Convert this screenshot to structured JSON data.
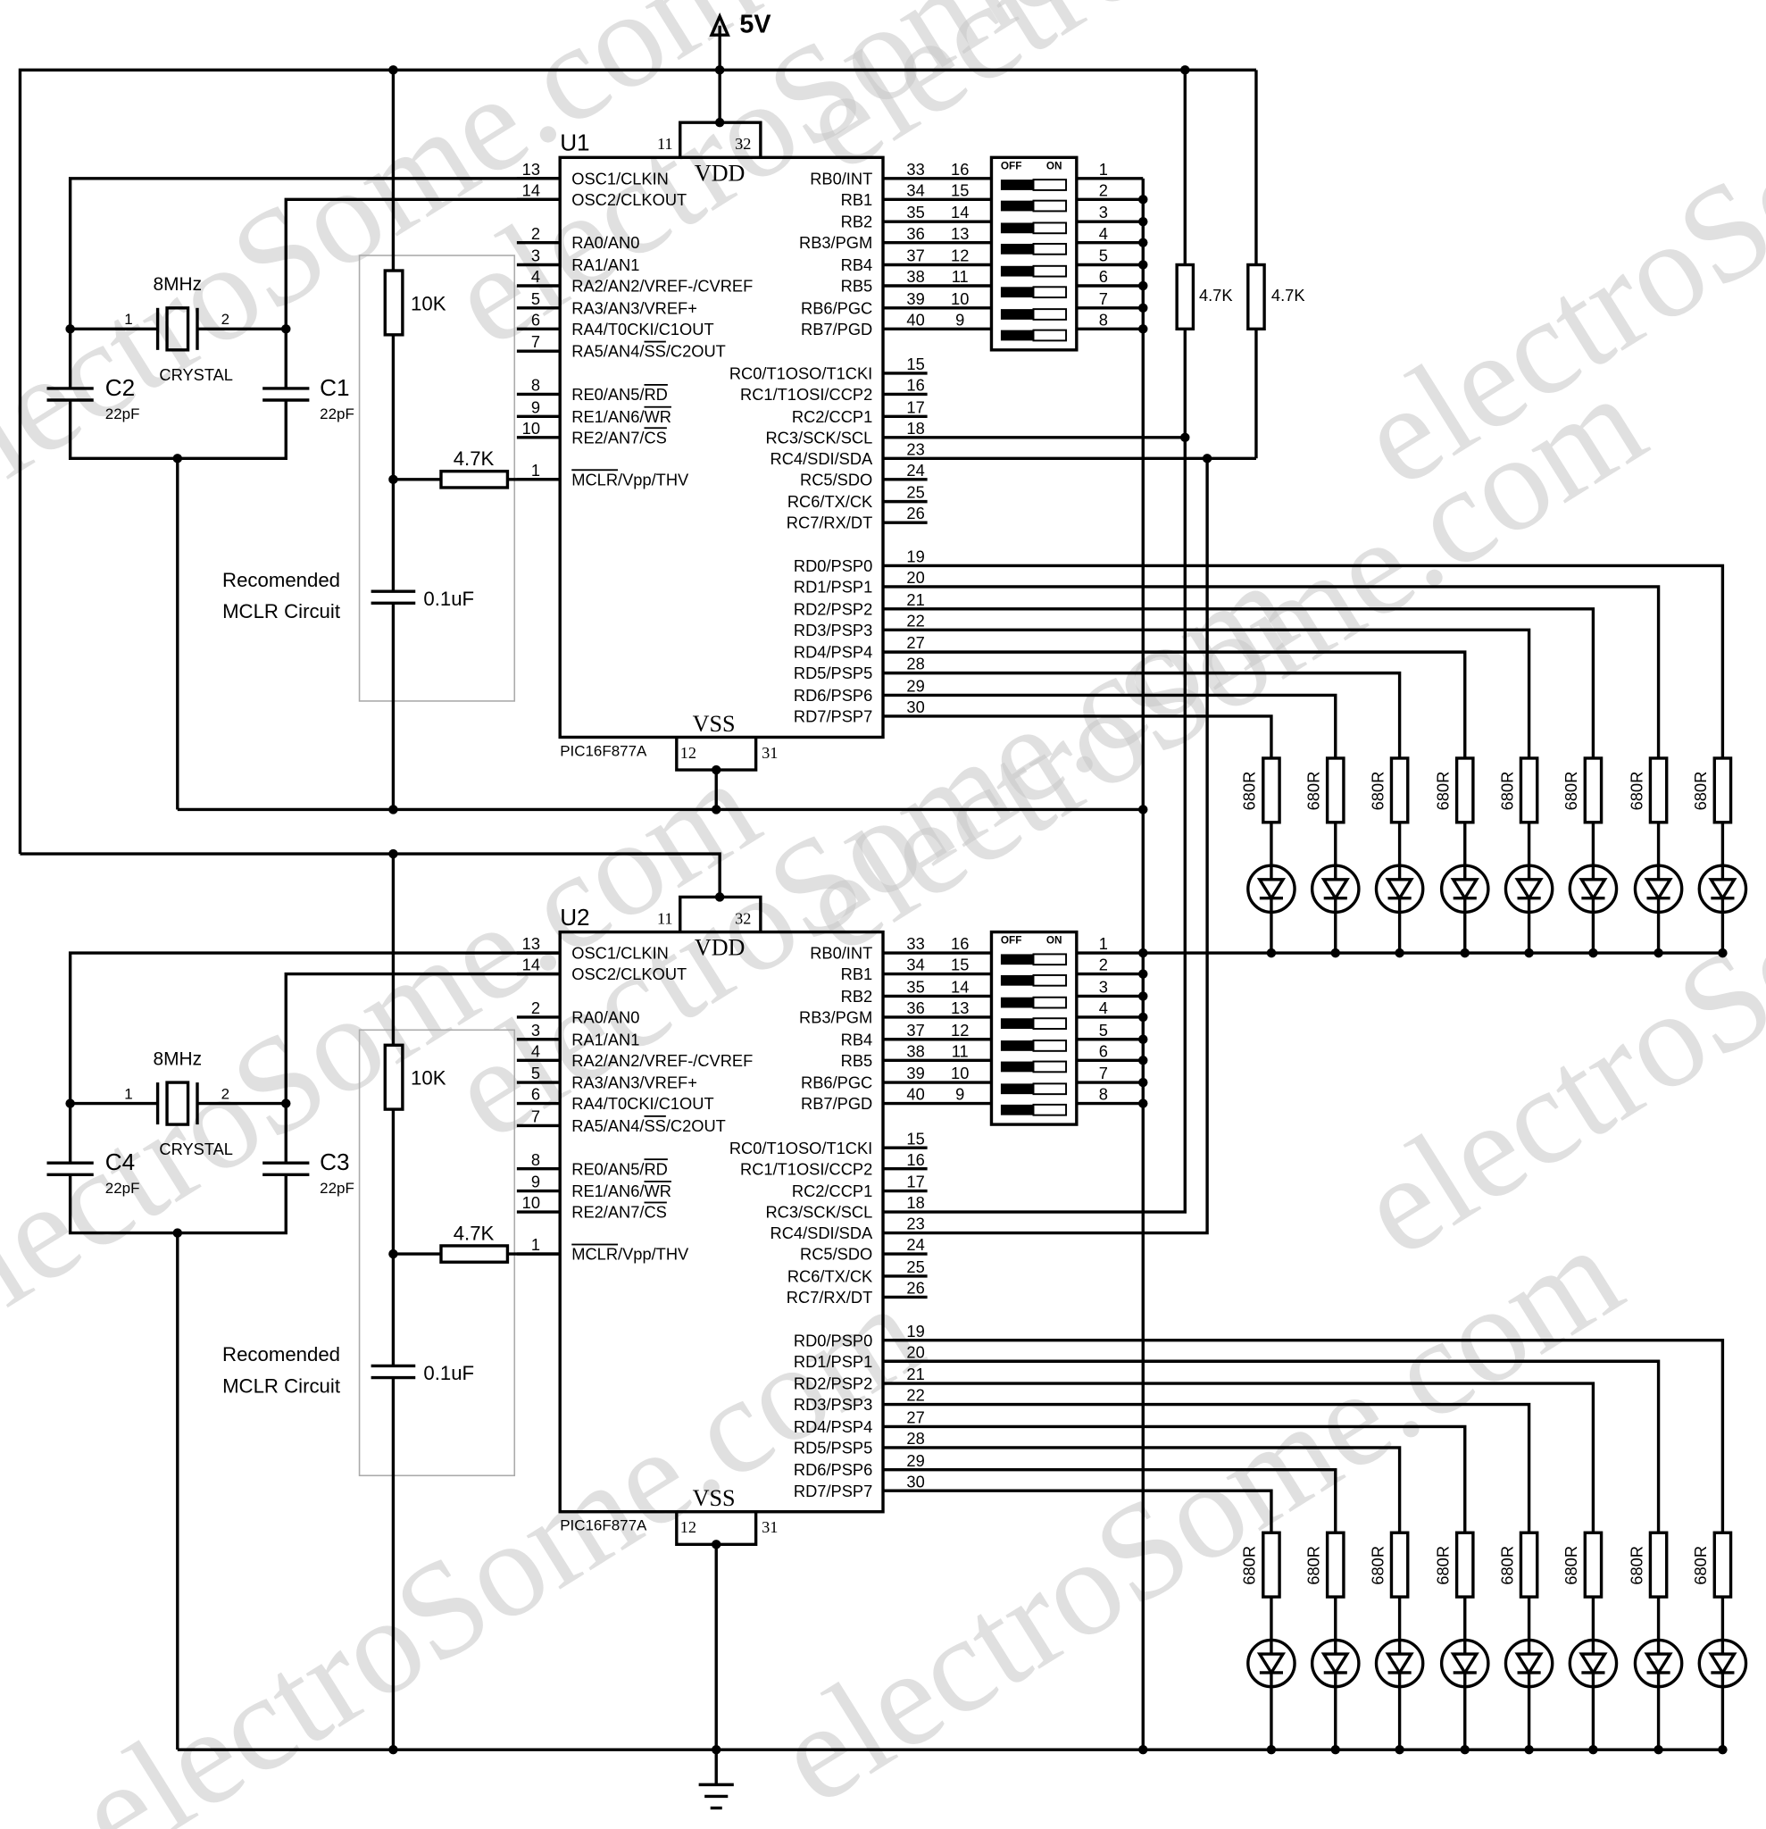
{
  "supply_label": "5V",
  "supply_color": "#2b3fa8",
  "watermark": "electroSome.com",
  "i2c_pullups": [
    "4.7K",
    "4.7K"
  ],
  "chips": [
    {
      "ref": "U1",
      "part": "PIC16F877A",
      "vdd": "VDD",
      "vss": "VSS",
      "vdd_pins": [
        "11",
        "32"
      ],
      "vss_pins": [
        "12",
        "31"
      ],
      "crystal": {
        "freq": "8MHz",
        "label": "CRYSTAL",
        "pin1": "1",
        "pin2": "2"
      },
      "caps": [
        {
          "ref": "C2",
          "value": "22pF"
        },
        {
          "ref": "C1",
          "value": "22pF"
        }
      ],
      "mclr": {
        "pullup": "10K",
        "series": "4.7K",
        "cap": "0.1uF",
        "note": [
          "Recomended",
          "MCLR Circuit"
        ]
      }
    },
    {
      "ref": "U2",
      "part": "PIC16F877A",
      "vdd": "VDD",
      "vss": "VSS",
      "vdd_pins": [
        "11",
        "32"
      ],
      "vss_pins": [
        "12",
        "31"
      ],
      "crystal": {
        "freq": "8MHz",
        "label": "CRYSTAL",
        "pin1": "1",
        "pin2": "2"
      },
      "caps": [
        {
          "ref": "C4",
          "value": "22pF"
        },
        {
          "ref": "C3",
          "value": "22pF"
        }
      ],
      "mclr": {
        "pullup": "10K",
        "series": "4.7K",
        "cap": "0.1uF",
        "note": [
          "Recomended",
          "MCLR Circuit"
        ]
      }
    }
  ],
  "left_pins": [
    {
      "num": "13",
      "name": "OSC1/CLKIN",
      "over": ""
    },
    {
      "num": "14",
      "name": "OSC2/CLKOUT",
      "over": ""
    },
    {
      "num": "2",
      "name": "RA0/AN0",
      "over": ""
    },
    {
      "num": "3",
      "name": "RA1/AN1",
      "over": ""
    },
    {
      "num": "4",
      "name": "RA2/AN2/VREF-/CVREF",
      "over": ""
    },
    {
      "num": "5",
      "name": "RA3/AN3/VREF+",
      "over": ""
    },
    {
      "num": "6",
      "name": "RA4/T0CKI/C1OUT",
      "over": ""
    },
    {
      "num": "7",
      "name": "RA5/AN4/SS/C2OUT",
      "over": "SS"
    },
    {
      "num": "8",
      "name": "RE0/AN5/RD",
      "over": "RD"
    },
    {
      "num": "9",
      "name": "RE1/AN6/WR",
      "over": "WR"
    },
    {
      "num": "10",
      "name": "RE2/AN7/CS",
      "over": "CS"
    },
    {
      "num": "1",
      "name": "MCLR/Vpp/THV",
      "over": "MCLR"
    }
  ],
  "rb_pins": [
    {
      "num": "33",
      "name": "RB0/INT"
    },
    {
      "num": "34",
      "name": "RB1"
    },
    {
      "num": "35",
      "name": "RB2"
    },
    {
      "num": "36",
      "name": "RB3/PGM"
    },
    {
      "num": "37",
      "name": "RB4"
    },
    {
      "num": "38",
      "name": "RB5"
    },
    {
      "num": "39",
      "name": "RB6/PGC"
    },
    {
      "num": "40",
      "name": "RB7/PGD"
    }
  ],
  "rc_pins": [
    {
      "num": "15",
      "name": "RC0/T1OSO/T1CKI"
    },
    {
      "num": "16",
      "name": "RC1/T1OSI/CCP2"
    },
    {
      "num": "17",
      "name": "RC2/CCP1"
    },
    {
      "num": "18",
      "name": "RC3/SCK/SCL"
    },
    {
      "num": "23",
      "name": "RC4/SDI/SDA"
    },
    {
      "num": "24",
      "name": "RC5/SDO"
    },
    {
      "num": "25",
      "name": "RC6/TX/CK"
    },
    {
      "num": "26",
      "name": "RC7/RX/DT"
    }
  ],
  "rd_pins": [
    {
      "num": "19",
      "name": "RD0/PSP0"
    },
    {
      "num": "20",
      "name": "RD1/PSP1"
    },
    {
      "num": "21",
      "name": "RD2/PSP2"
    },
    {
      "num": "22",
      "name": "RD3/PSP3"
    },
    {
      "num": "27",
      "name": "RD4/PSP4"
    },
    {
      "num": "28",
      "name": "RD5/PSP5"
    },
    {
      "num": "29",
      "name": "RD6/PSP6"
    },
    {
      "num": "30",
      "name": "RD7/PSP7"
    }
  ],
  "dip": {
    "off": "OFF",
    "on": "ON",
    "pins_left": [
      "16",
      "15",
      "14",
      "13",
      "12",
      "11",
      "10",
      "9"
    ],
    "pins_right": [
      "1",
      "2",
      "3",
      "4",
      "5",
      "6",
      "7",
      "8"
    ]
  },
  "led_resistor": "680R"
}
